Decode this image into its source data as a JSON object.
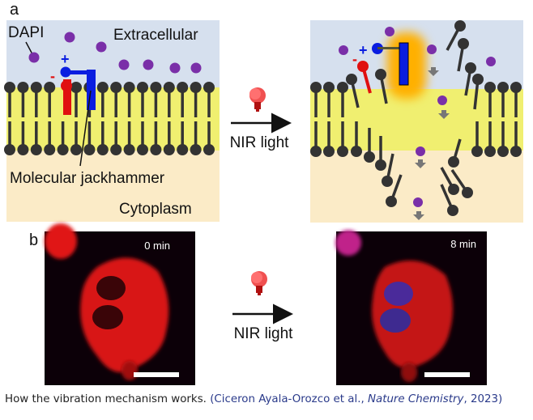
{
  "panel_a": {
    "label": "a",
    "dapi_label": "DAPI",
    "extracellular_label": "Extracellular",
    "jackhammer_label": "Molecular jackhammer",
    "cytoplasm_label": "Cytoplasm",
    "plus": "+",
    "minus": "-",
    "arrow_label": "NIR light"
  },
  "panel_b": {
    "label": "b",
    "before_time": "0 min",
    "after_time": "8 min",
    "arrow_label": "NIR light"
  },
  "caption": {
    "text": "How the vibration mechanism works. ",
    "cite_open": "(Ciceron Ayala-Orozco et al., ",
    "journal": "Nature Chemistry",
    "cite_close": ", 2023)"
  },
  "colors": {
    "extracellular": "#d6e0ee",
    "membrane": "#f0ef70",
    "cytoplasm": "#fbebc7",
    "lipid": "#333333",
    "dapi": "#7a2fa8",
    "jackhammer": "#0a1de0",
    "negative": "#e01010"
  }
}
